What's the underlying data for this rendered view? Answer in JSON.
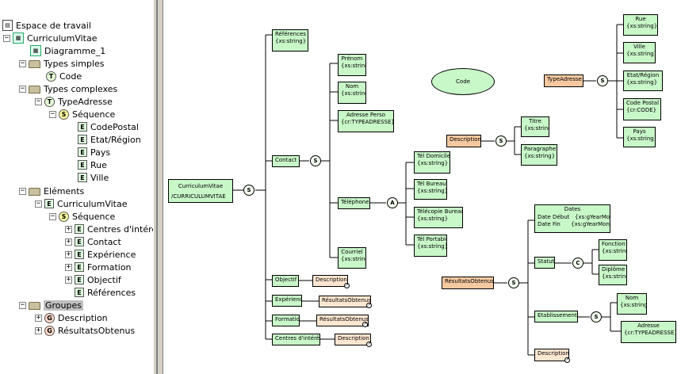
{
  "tree": {
    "workspace": "Espace de travail",
    "project": "CurriculumVitae",
    "diagram": "Diagramme_1",
    "simple_types": "Types simples",
    "code": "Code",
    "complex_types": "Types complexes",
    "type_adresse": "TypeAdresse",
    "sequence": "Séquence",
    "codepostal": "CodePostal",
    "etat": "Etat/Région",
    "pays": "Pays",
    "rue": "Rue",
    "ville": "Ville",
    "elements": "Eléments",
    "cv": "CurriculumVitae",
    "sequence2": "Séquence",
    "centres": "Centres d'intérê",
    "contact": "Contact",
    "experience": "Expérience",
    "formation": "Formation",
    "objectif": "Objectif",
    "references": "Références",
    "groups": "Groupes",
    "g_description": "Description",
    "g_resultats": "RésultatsObtenus",
    "icon_letters": {
      "T": "T",
      "S": "S",
      "E": "E",
      "G": "G"
    }
  },
  "diagram": {
    "cv": {
      "name": "CurriculumVitae",
      "type": "/CURRICULUMVITAE"
    },
    "references": {
      "name": "Références",
      "type": "{xs:string}"
    },
    "contact": {
      "name": "Contact"
    },
    "prenom": {
      "name": "Prénom",
      "type": "{xs:string}"
    },
    "nom": {
      "name": "Nom",
      "type": "{xs:string}"
    },
    "adresse_perso": {
      "name": "Adresse Perso",
      "type": "{cr:TYPEADRESSE}"
    },
    "telephone": {
      "name": "Téléphone"
    },
    "tel_domicile": {
      "name": "Tél Domicile",
      "type": "{xs:string}"
    },
    "tel_bureau": {
      "name": "Tél Bureau",
      "type": "{xs:string}"
    },
    "telecopie": {
      "name": "Télécopie Bureau",
      "type": "{xs:string}"
    },
    "tel_portable": {
      "name": "Tél Portable",
      "type": "{xs:string}"
    },
    "courriel": {
      "name": "Courriel",
      "type": "{xs:string}"
    },
    "objectif": {
      "name": "Objectif"
    },
    "objectif_ref": {
      "name": "Description"
    },
    "experience": {
      "name": "Expérience"
    },
    "experience_ref": {
      "name": "RésultatsObtenus"
    },
    "formation": {
      "name": "Formation"
    },
    "formation_ref": {
      "name": "RésultatsObtenus"
    },
    "centres": {
      "name": "Centres d'intérêt"
    },
    "centres_ref": {
      "name": "Description"
    },
    "code_ellipse": {
      "name": "Code"
    },
    "description_group": {
      "name": "Description"
    },
    "titre": {
      "name": "Titre",
      "type": "{xs:string}"
    },
    "paragraphe": {
      "name": "Paragraphe",
      "type": "{xs:string}"
    },
    "typeadresse_group": {
      "name": "TypeAdresse"
    },
    "rue": {
      "name": "Rue",
      "type": "{xs:string}"
    },
    "ville": {
      "name": "Ville",
      "type": "{xs:string}"
    },
    "etat": {
      "name": "Etat/Région",
      "type": "{xs:string}"
    },
    "codepostal": {
      "name": "Code Postal",
      "type": "{cr:CODE}"
    },
    "pays": {
      "name": "Pays",
      "type": "{xs:string}"
    },
    "resultats_group": {
      "name": "RésultatsObtenus"
    },
    "dates": {
      "name": "Dates",
      "row1_label": "Date Début",
      "row1_type": "{xs:gYearMonth}",
      "row2_label": "Date Fin",
      "row2_type": "{xs:gYearMonth}"
    },
    "statut": {
      "name": "Statut"
    },
    "fonction": {
      "name": "Fonction",
      "type": "{xs:string}"
    },
    "diplome": {
      "name": "Diplôme",
      "type": "{xs:string}"
    },
    "etablissement": {
      "name": "Etablissement"
    },
    "etab_nom": {
      "name": "Nom",
      "type": "{xs:string}"
    },
    "etab_adresse": {
      "name": "Adresse",
      "type": "{cr:TYPEADRESSE}"
    },
    "res_description": {
      "name": "Description"
    },
    "seq_symbol": "S",
    "choice_symbol": "C",
    "all_symbol": "A"
  }
}
